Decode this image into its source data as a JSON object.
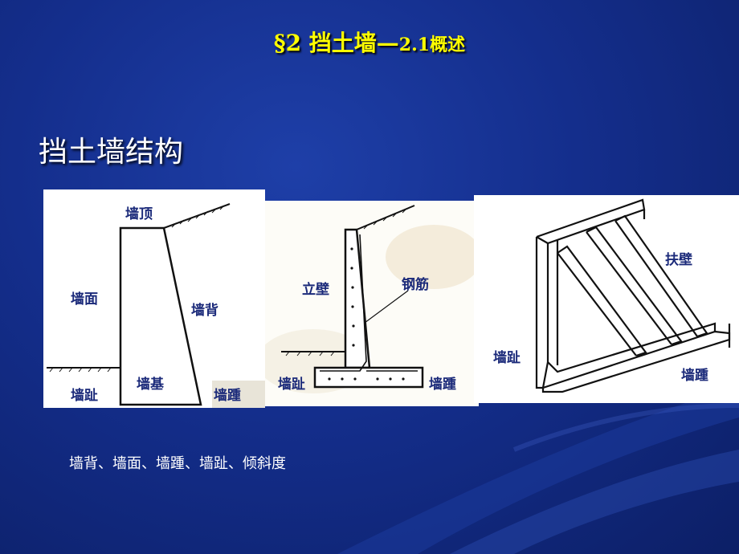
{
  "slide": {
    "title_main": "§2  挡土墙",
    "title_dash": "—",
    "title_suffix": "2.1概述",
    "subtitle": "挡土墙结构",
    "caption": "墙背、墙面、墙踵、墙趾、倾斜度"
  },
  "diagram1": {
    "top": "墙顶",
    "face": "墙面",
    "back": "墙背",
    "base": "墙基",
    "toe": "墙趾",
    "heel": "墙踵"
  },
  "diagram2": {
    "stem": "立壁",
    "rebar": "钢筋",
    "toe": "墙趾",
    "heel": "墙踵"
  },
  "diagram3": {
    "buttress": "扶壁",
    "toe": "墙趾",
    "heel": "墙踵"
  },
  "colors": {
    "background": "#142e8c",
    "title": "#ffff00",
    "label": "#1b2a7a"
  }
}
